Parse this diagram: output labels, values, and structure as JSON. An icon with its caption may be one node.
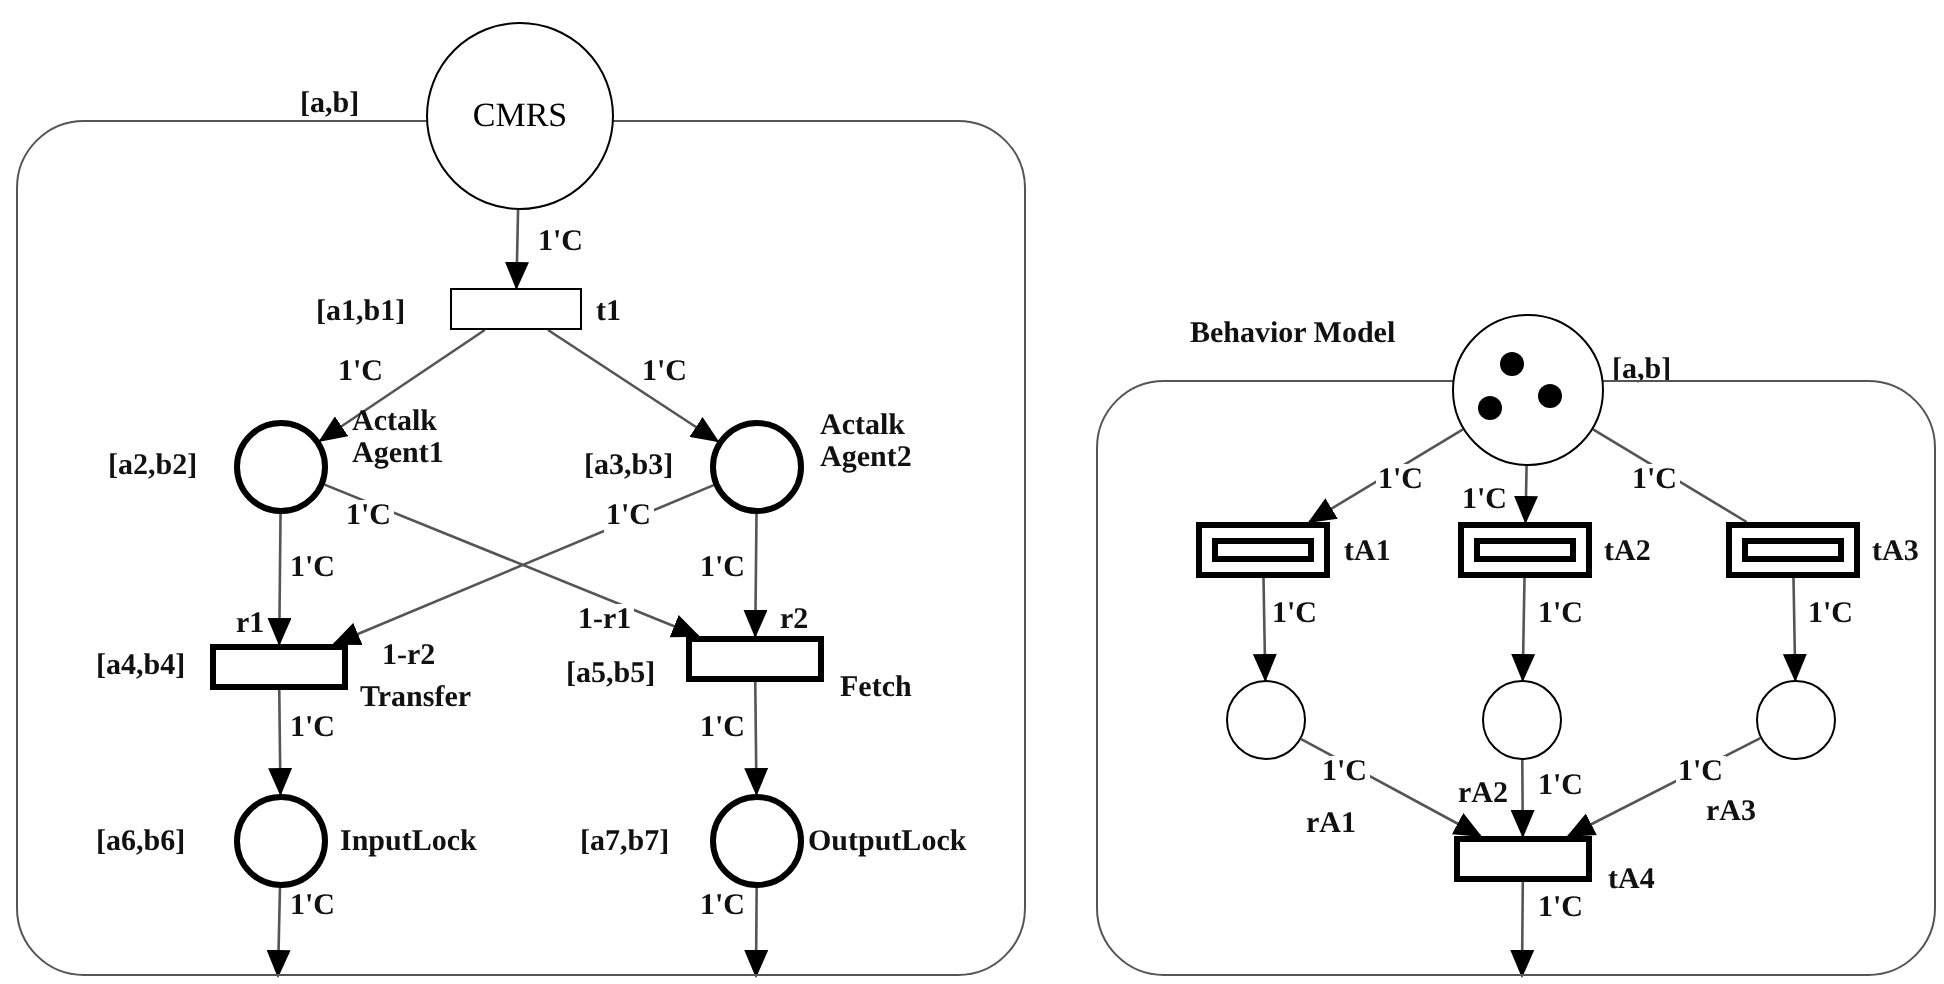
{
  "diagram": {
    "nodes": [
      {
        "text": [],
        "shape": "box"
      },
      {
        "text": [
          "CMRS"
        ],
        "beside": [
          "[a,b]"
        ]
      },
      {
        "text": [],
        "shape": "bar",
        "in": 0,
        "beside": [
          "[a1,b1]",
          "t1"
        ]
      },
      {
        "text": [],
        "shape": "circle",
        "in": 0,
        "beside": [
          "[a2,b2]",
          "Actalk Agent1"
        ]
      },
      {
        "text": [],
        "shape": "circle",
        "in": 0,
        "beside": [
          "[a3,b3]",
          "Actalk Agent2"
        ]
      },
      {
        "text": [],
        "shape": "bar",
        "in": 0,
        "beside": [
          "[a4,b4]",
          "Transfer"
        ]
      },
      {
        "text": [],
        "shape": "bar",
        "in": 0,
        "beside": [
          "[a5,b5]",
          "Fetch"
        ]
      },
      {
        "text": [],
        "shape": "circle",
        "in": 0,
        "beside": [
          "[a6,b6]",
          "InputLock"
        ]
      },
      {
        "text": [],
        "shape": "circle",
        "in": 0,
        "beside": [
          "[a7,b7]",
          "OutputLock"
        ]
      },
      {
        "text": [],
        "shape": "box"
      },
      {
        "text": [],
        "shape": "circle",
        "beside": [
          "Behavior Model",
          "[a,b]"
        ]
      },
      {
        "text": [],
        "shape": "bar",
        "in": 9,
        "beside": [
          "tA1"
        ]
      },
      {
        "text": [],
        "shape": "bar",
        "in": 9,
        "beside": [
          "tA2"
        ]
      },
      {
        "text": [],
        "shape": "bar",
        "in": 9,
        "beside": [
          "tA3"
        ]
      },
      {
        "text": [],
        "shape": "circle",
        "in": 9
      },
      {
        "text": [],
        "shape": "circle",
        "in": 9
      },
      {
        "text": [],
        "shape": "circle",
        "in": 9
      },
      {
        "text": [],
        "shape": "bar",
        "in": 9,
        "beside": [
          "tA4"
        ]
      }
    ],
    "edges": [
      {
        "from": 1,
        "to": 2,
        "arrow": "to",
        "label": "1'C"
      },
      {
        "from": 2,
        "to": 3,
        "arrow": "to",
        "label": "1'C"
      },
      {
        "from": 2,
        "to": 4,
        "arrow": "to",
        "label": "1'C"
      },
      {
        "from": 3,
        "to": 5,
        "arrow": "to",
        "label": "1'C"
      },
      {
        "from": 3,
        "to": 6,
        "arrow": "to",
        "label": "1'C"
      },
      {
        "from": 4,
        "to": 5,
        "arrow": "to",
        "label": "1'C"
      },
      {
        "from": 4,
        "to": 6,
        "arrow": "to",
        "label": "1'C"
      },
      {
        "from": 5,
        "to": 7,
        "arrow": "to",
        "label": "1'C"
      },
      {
        "from": 6,
        "to": 8,
        "arrow": "to",
        "label": "1'C"
      },
      {
        "from": 7,
        "to": null,
        "arrow": "to",
        "label": "1'C"
      },
      {
        "from": 8,
        "to": null,
        "arrow": "to",
        "label": "1'C"
      },
      {
        "from": 10,
        "to": 11,
        "arrow": "to",
        "label": "1'C"
      },
      {
        "from": 10,
        "to": 12,
        "arrow": "to",
        "label": "1'C"
      },
      {
        "from": 10,
        "to": 13,
        "arrow": "none",
        "label": "1'C"
      },
      {
        "from": 11,
        "to": 14,
        "arrow": "to",
        "label": "1'C"
      },
      {
        "from": 12,
        "to": 15,
        "arrow": "to",
        "label": "1'C"
      },
      {
        "from": 13,
        "to": 16,
        "arrow": "to",
        "label": "1'C"
      },
      {
        "from": 14,
        "to": 17,
        "arrow": "to",
        "label": "1'C"
      },
      {
        "from": 15,
        "to": 17,
        "arrow": "to",
        "label": "1'C"
      },
      {
        "from": 16,
        "to": 17,
        "arrow": "to",
        "label": "1'C"
      },
      {
        "from": 17,
        "to": null,
        "arrow": "to",
        "label": "1'C"
      }
    ],
    "labels": [
      "r1",
      "1-r2",
      "1-r1",
      "r2",
      "rA1",
      "rA2",
      "rA3"
    ]
  }
}
